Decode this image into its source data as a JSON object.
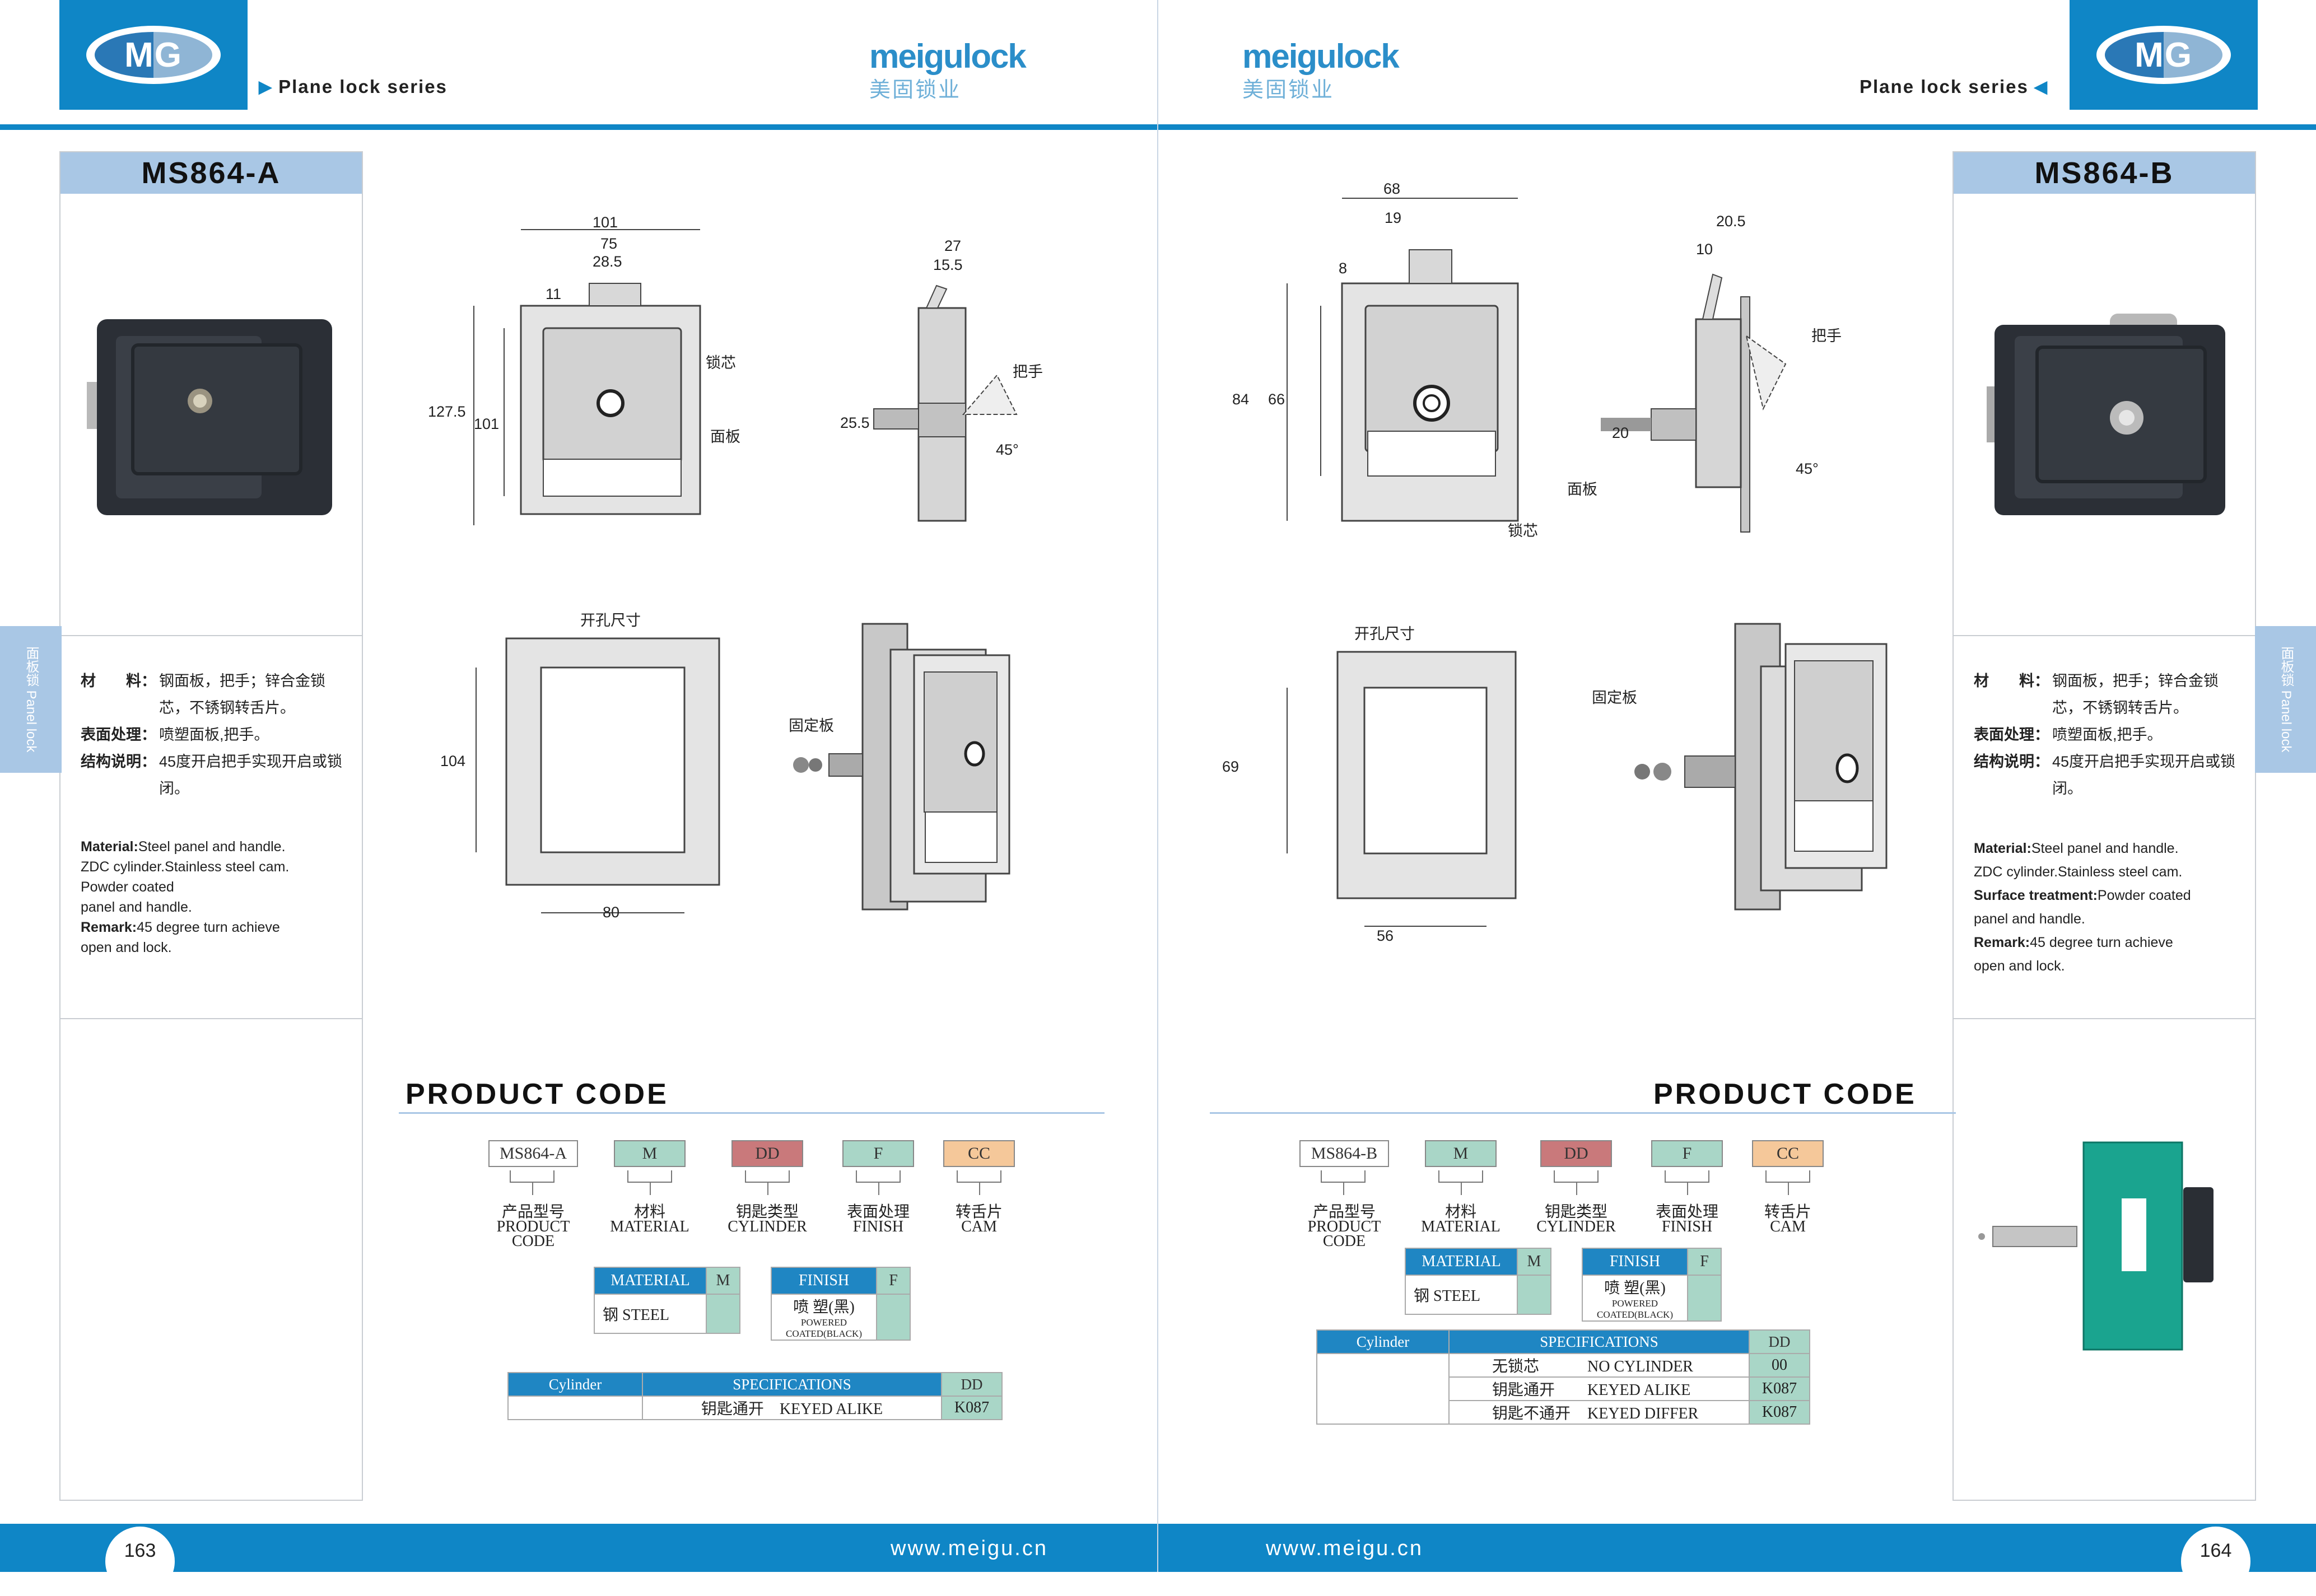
{
  "header": {
    "series_label": "Plane lock series",
    "logo_text": "MG",
    "brand": "meigulock",
    "brand_cn": "美固锁业"
  },
  "left": {
    "model": "MS864-A",
    "page_number": "163",
    "website": "www.meigu.cn",
    "side_tab": "面板锁 Panel lock",
    "specs_cn": [
      [
        "材　　料：",
        "钢面板，把手；锌合金锁芯，不锈钢转舌片。"
      ],
      [
        "表面处理：",
        "喷塑面板,把手。"
      ],
      [
        "结构说明：",
        "45度开启把手实现开启或锁闭。"
      ]
    ],
    "specs_en": [
      {
        "k": "Material:",
        "v": "Steel panel and handle."
      },
      {
        "k": "",
        "v": "ZDC cylinder.Stainless steel cam."
      },
      {
        "k": "",
        "v": " Powder coated"
      },
      {
        "k": "",
        "v": "panel and handle."
      },
      {
        "k": "Remark:",
        "v": "45 degree turn achieve"
      },
      {
        "k": "",
        "v": "open and lock."
      }
    ],
    "drawing": {
      "front_dims": [
        "101",
        "75",
        "28.5",
        "11",
        "127.5",
        "101"
      ],
      "front_labels": [
        "锁芯",
        "面板"
      ],
      "side_dims": [
        "27",
        "15.5",
        "25.5",
        "45°"
      ],
      "side_labels": [
        "把手"
      ],
      "cutout_title": "开孔尺寸",
      "cutout_dims": [
        "104",
        "80"
      ],
      "iso_labels": [
        "固定板"
      ]
    },
    "product_code": {
      "title": "PRODUCT CODE",
      "boxes": [
        "MS864-A",
        "M",
        "DD",
        "F",
        "CC"
      ],
      "labels": [
        [
          "产品型号",
          "PRODUCT CODE"
        ],
        [
          "材料",
          "MATERIAL"
        ],
        [
          "钥匙类型",
          "CYLINDER"
        ],
        [
          "表面处理",
          "FINISH"
        ],
        [
          "转舌片",
          "CAM"
        ]
      ],
      "material": {
        "header": "MATERIAL",
        "code": "M",
        "value": "钢 STEEL"
      },
      "finish": {
        "header": "FINISH",
        "code": "F",
        "value": "喷  塑(黑)",
        "sub": "POWERED COATED(BLACK)"
      },
      "cylinder": {
        "headers": [
          "Cylinder",
          "SPECIFICATIONS",
          "DD"
        ],
        "rows": [
          {
            "cn": "钥匙通开",
            "en": "KEYED ALIKE",
            "code": "K087"
          }
        ]
      }
    }
  },
  "right": {
    "model": "MS864-B",
    "page_number": "164",
    "website": "www.meigu.cn",
    "side_tab": "面板锁 Panel lock",
    "specs_cn": [
      [
        "材　　料：",
        "钢面板，把手；锌合金锁芯，不锈钢转舌片。"
      ],
      [
        "表面处理：",
        "喷塑面板,把手。"
      ],
      [
        "结构说明：",
        "45度开启把手实现开启或锁闭。"
      ]
    ],
    "specs_en": [
      {
        "k": "Material:",
        "v": "Steel panel and handle."
      },
      {
        "k": "",
        "v": "ZDC cylinder.Stainless steel cam."
      },
      {
        "k": "Surface treatment:",
        "v": "Powder coated"
      },
      {
        "k": "",
        "v": "panel and handle."
      },
      {
        "k": "Remark:",
        "v": "45 degree turn achieve"
      },
      {
        "k": "",
        "v": "open and lock."
      }
    ],
    "drawing": {
      "front_dims": [
        "68",
        "19",
        "8",
        "84",
        "66"
      ],
      "front_labels": [
        "面板",
        "锁芯"
      ],
      "side_dims": [
        "20.5",
        "10",
        "20",
        "45°"
      ],
      "side_labels": [
        "把手"
      ],
      "cutout_title": "开孔尺寸",
      "cutout_dims": [
        "69",
        "56"
      ],
      "iso_labels": [
        "固定板"
      ]
    },
    "product_code": {
      "title": "PRODUCT CODE",
      "boxes": [
        "MS864-B",
        "M",
        "DD",
        "F",
        "CC"
      ],
      "labels": [
        [
          "产品型号",
          "PRODUCT CODE"
        ],
        [
          "材料",
          "MATERIAL"
        ],
        [
          "钥匙类型",
          "CYLINDER"
        ],
        [
          "表面处理",
          "FINISH"
        ],
        [
          "转舌片",
          "CAM"
        ]
      ],
      "material": {
        "header": "MATERIAL",
        "code": "M",
        "value": "钢 STEEL"
      },
      "finish": {
        "header": "FINISH",
        "code": "F",
        "value": "喷  塑(黑)",
        "sub": "POWERED COATED(BLACK)"
      },
      "cylinder": {
        "headers": [
          "Cylinder",
          "SPECIFICATIONS",
          "DD"
        ],
        "rows": [
          {
            "cn": "无锁芯",
            "en": "NO CYLINDER",
            "code": "00"
          },
          {
            "cn": "钥匙通开",
            "en": "KEYED ALIKE",
            "code": "K087"
          },
          {
            "cn": "钥匙不通开",
            "en": "KEYED DIFFER",
            "code": "K087"
          }
        ]
      }
    }
  },
  "colors": {
    "brand_blue": "#0f86c6",
    "light_blue": "#a9c7e5",
    "green": "#a9d6c7",
    "red": "#c9797b",
    "orange": "#f5c89a",
    "teal_panel": "#1aa48f"
  }
}
